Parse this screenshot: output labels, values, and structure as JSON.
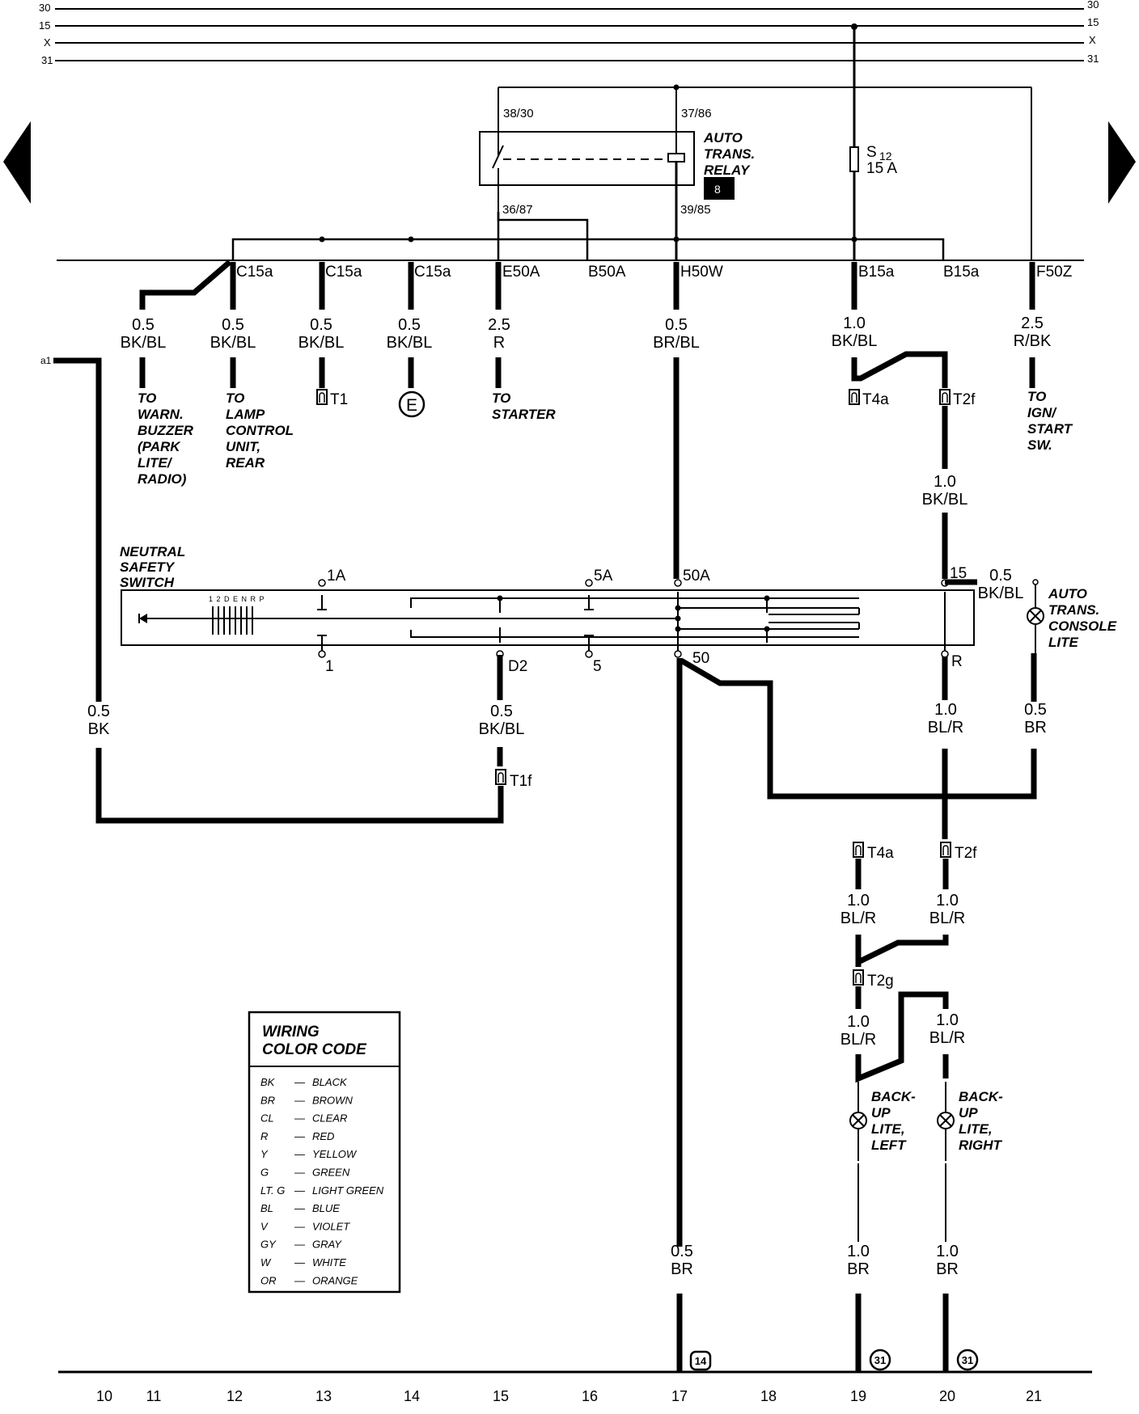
{
  "bus_lines": [
    "30",
    "15",
    "X",
    "31"
  ],
  "relay": {
    "name_lines": [
      "AUTO",
      "TRANS.",
      "RELAY"
    ],
    "badge": "8",
    "pins": [
      "38/30",
      "37/86",
      "36/87",
      "39/85"
    ]
  },
  "fuse": {
    "id": "S",
    "sub": "12",
    "rating": "15 A"
  },
  "connectors": [
    "C15a",
    "C15a",
    "C15a",
    "E50A",
    "B50A",
    "H50W",
    "B15a",
    "B15a",
    "F50Z"
  ],
  "wires_top": [
    {
      "gauge": "0.5",
      "color": "BK/BL"
    },
    {
      "gauge": "0.5",
      "color": "BK/BL"
    },
    {
      "gauge": "0.5",
      "color": "BK/BL"
    },
    {
      "gauge": "0.5",
      "color": "BK/BL"
    },
    {
      "gauge": "2.5",
      "color": "R"
    },
    {
      "gauge": "0.5",
      "color": "BR/BL"
    },
    {
      "gauge": "1.0",
      "color": "BK/BL"
    },
    {
      "gauge": "2.5",
      "color": "R/BK"
    }
  ],
  "destinations": {
    "warn_buzzer": [
      "TO",
      "WARN.",
      "BUZZER",
      "(PARK",
      "LITE/",
      "RADIO)"
    ],
    "lamp_control": [
      "TO",
      "LAMP",
      "CONTROL",
      "UNIT,",
      "REAR"
    ],
    "starter": [
      "TO",
      "STARTER"
    ],
    "ign_start": [
      "TO",
      "IGN/",
      "START",
      "SW."
    ]
  },
  "terminals": {
    "t1": "T1",
    "e": "E",
    "t4a": "T4a",
    "t2f": "T2f",
    "t1f": "T1f",
    "t2g": "T2g"
  },
  "terminal_a1": "a1",
  "wire_t2f_down": {
    "gauge": "1.0",
    "color": "BK/BL"
  },
  "nss": {
    "name_lines": [
      "NEUTRAL",
      "SAFETY",
      "SWITCH"
    ],
    "positions": "1 2 D E N R P",
    "pins_top": [
      "1A",
      "5A",
      "50A",
      "15"
    ],
    "pins_bottom": [
      "1",
      "D2",
      "5",
      "50",
      "R"
    ]
  },
  "console_lite": {
    "wire": {
      "gauge": "0.5",
      "color": "BK/BL"
    },
    "name_lines": [
      "AUTO",
      "TRANS.",
      "CONSOLE",
      "LITE"
    ],
    "wire_down": {
      "gauge": "0.5",
      "color": "BR"
    }
  },
  "mid_wires": [
    {
      "gauge": "0.5",
      "color": "BK"
    },
    {
      "gauge": "0.5",
      "color": "BK/BL"
    },
    {
      "gauge": "1.0",
      "color": "BL/R"
    }
  ],
  "lower_wires": [
    {
      "gauge": "1.0",
      "color": "BL/R"
    },
    {
      "gauge": "1.0",
      "color": "BL/R"
    },
    {
      "gauge": "1.0",
      "color": "BL/R"
    },
    {
      "gauge": "1.0",
      "color": "BL/R"
    }
  ],
  "backup_left": [
    "BACK-",
    "UP",
    "LITE,",
    "LEFT"
  ],
  "backup_right": [
    "BACK-",
    "UP",
    "LITE,",
    "RIGHT"
  ],
  "ground_wires": [
    {
      "gauge": "0.5",
      "color": "BR"
    },
    {
      "gauge": "1.0",
      "color": "BR"
    },
    {
      "gauge": "1.0",
      "color": "BR"
    }
  ],
  "ground_refs": [
    "14",
    "31",
    "31"
  ],
  "legend": {
    "title_lines": [
      "WIRING",
      "COLOR CODE"
    ],
    "rows": [
      {
        "code": "BK",
        "name": "BLACK"
      },
      {
        "code": "BR",
        "name": "BROWN"
      },
      {
        "code": "CL",
        "name": "CLEAR"
      },
      {
        "code": "R",
        "name": "RED"
      },
      {
        "code": "Y",
        "name": "YELLOW"
      },
      {
        "code": "G",
        "name": "GREEN"
      },
      {
        "code": "LT. G",
        "name": "LIGHT GREEN"
      },
      {
        "code": "BL",
        "name": "BLUE"
      },
      {
        "code": "V",
        "name": "VIOLET"
      },
      {
        "code": "GY",
        "name": "GRAY"
      },
      {
        "code": "W",
        "name": "WHITE"
      },
      {
        "code": "OR",
        "name": "ORANGE"
      }
    ]
  },
  "bottom_axis": [
    "10",
    "11",
    "12",
    "13",
    "14",
    "15",
    "16",
    "17",
    "18",
    "19",
    "20",
    "21"
  ],
  "colors": {
    "line": "#000000",
    "background": "#ffffff"
  }
}
